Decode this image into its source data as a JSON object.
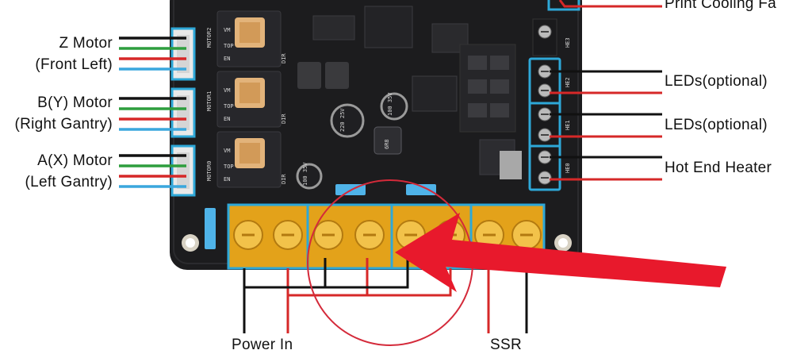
{
  "labels": {
    "motor_z_name": "Z Motor",
    "motor_z_pos": "(Front Left)",
    "motor_b_name": "B(Y) Motor",
    "motor_b_pos": "(Right Gantry)",
    "motor_a_name": "A(X) Motor",
    "motor_a_pos": "(Left Gantry)",
    "print_cooling": "Print Cooling Fa",
    "leds_1": "LEDs(optional)",
    "leds_2": "LEDs(optional)",
    "hot_end": "Hot End Heater",
    "power_in": "Power In",
    "ssr": "SSR"
  },
  "silkscreen": {
    "motor2": "MOTOR2",
    "motor1": "MOTOR1",
    "motor0": "MOTOR0",
    "he2": "HE2",
    "he1": "HE1",
    "he0": "HE0",
    "he3": "HE3",
    "cap1": "100 35V",
    "cap2": "220 25V",
    "cap3": "100 35V",
    "ind": "6R8",
    "dir": "DIR",
    "en": "EN",
    "top": "TOP",
    "vm": "VM"
  },
  "colors": {
    "board": "#1c1c1e",
    "connector": "#2ea8d8",
    "terminal": "#e3a21a",
    "wire_red": "#d62828",
    "wire_green": "#2e9e3e",
    "wire_blue": "#3aa7dd",
    "wire_black": "#111111",
    "arrow": "#e8192c"
  }
}
